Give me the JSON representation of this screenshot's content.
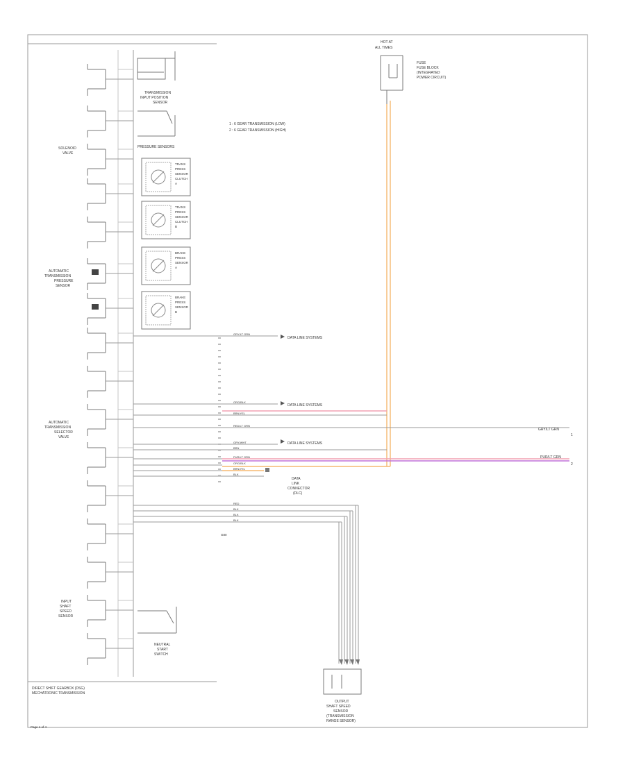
{
  "diagram": {
    "component_labels": {
      "solenoid_valve_label": [
        "SOLENOID",
        "VALVE"
      ],
      "pressure_sensor_label": [
        "AUTOMATIC",
        "TRANSMISSION",
        "PRESSURE",
        "SENSOR"
      ],
      "solenoid_valve_label_2": [
        "AUTOMATIC",
        "TRANSMISSION",
        "SELECTOR",
        "VALVE"
      ],
      "speed_sensor_label": [
        "INPUT",
        "SHAFT",
        "SPEED",
        "SENSOR"
      ],
      "position_sensor_label": [
        "TRANSMISSION",
        "INPUT POSITION",
        "SENSOR"
      ],
      "pressure_switch_header": "PRESSURE SENSORS",
      "sensor_boxes": [
        [
          "TRANS",
          "PRESS",
          "SENSOR",
          "CLUTCH",
          "A"
        ],
        [
          "TRANS",
          "PRESS",
          "SENSOR",
          "CLUTCH",
          "B"
        ],
        [
          "BRAKE",
          "PRESS",
          "SENSOR",
          "A"
        ],
        [
          "BRAKE",
          "PRESS",
          "SENSOR",
          "B"
        ]
      ],
      "range_switch_label": [
        "NEUTRAL",
        "START",
        "SWITCH"
      ],
      "output_sensor_label": [
        "OUTPUT",
        "SHAFT SPEED",
        "SENSOR",
        "(TRANSMISSION",
        "RANGE SENSOR)"
      ],
      "fuse_label": [
        "FUSE",
        "FUSE BLOCK",
        "(INTEGRATED",
        "POWER CIRCUIT)"
      ],
      "hot_label": [
        "HOT AT",
        "ALL TIMES"
      ],
      "connector_label": [
        "DATA",
        "LINK",
        "CONNECTOR",
        "(DLC)"
      ],
      "module_label": [
        "DIRECT SHIFT GEARBOX (DSG)",
        "MECHATRONIC TRANSMISSION"
      ],
      "page_ref": "Page 1 of 4"
    },
    "legend": [
      "1 : 6 GEAR TRANSMISSION (LOW)",
      "2 : 6 GEAR TRANSMISSION (HIGH)"
    ],
    "right_wire_labels": [
      {
        "label": "GRY/LT GRN",
        "pin": "1"
      },
      {
        "label": "PUR/LT GRN",
        "pin": "2"
      }
    ],
    "bus_labels": [
      "GRY/LT GRN",
      "ORG/BLK",
      "BRN/YEL",
      "RED/LT GRN",
      "GRY/WHT",
      "BRN",
      "PUR/LT GRN",
      "ORG/BLK",
      "BRN/YEL",
      "BLK",
      "RED",
      "BLK",
      "BLK",
      "BLK"
    ],
    "ref_labels": [
      "DATA LINE SYSTEMS",
      "DATA LINE SYSTEMS",
      "DATA LINE SYSTEMS"
    ],
    "ground_label": "G80",
    "colors": {
      "orange": "#f5b870",
      "pink": "#f2a0b2",
      "purple": "#c070d8",
      "line": "#9a9a9a",
      "dark": "#555555"
    }
  }
}
